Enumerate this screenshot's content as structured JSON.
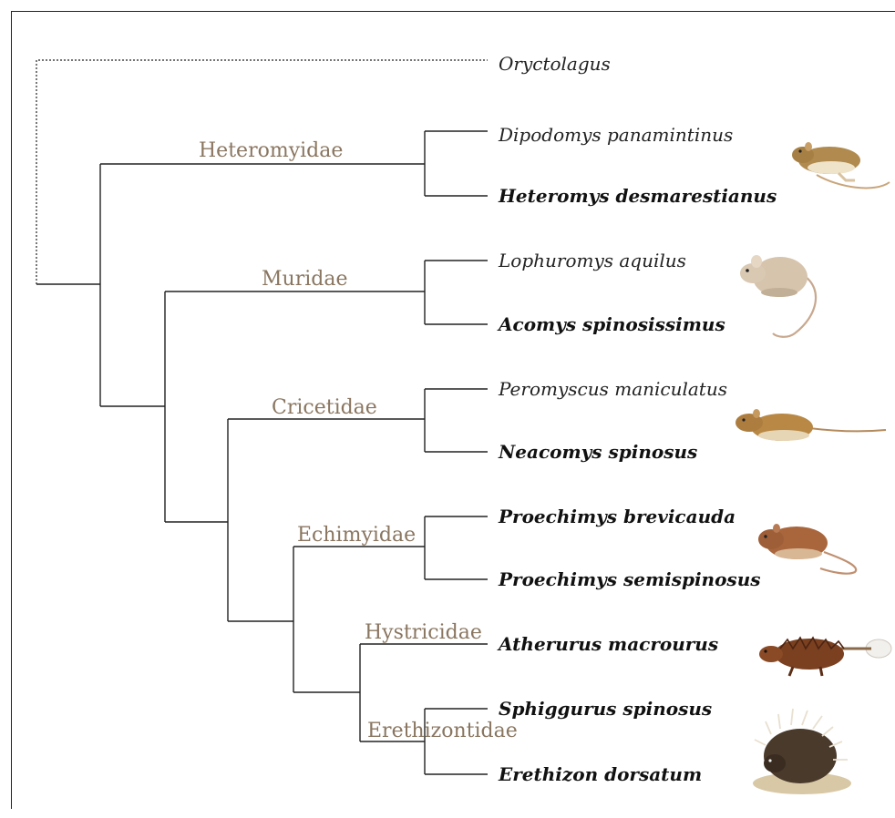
{
  "outgroup": {
    "label": "Oryctolagus",
    "bold": false
  },
  "families": [
    {
      "name": "Heteromyidae",
      "taxa": [
        {
          "label": "Dipodomys panamintinus",
          "bold": false
        },
        {
          "label": "Heteromys desmarestianus",
          "bold": true
        }
      ],
      "illustration": "kangaroo-rat-illustration"
    },
    {
      "name": "Muridae",
      "taxa": [
        {
          "label": "Lophuromys aquilus",
          "bold": false
        },
        {
          "label": "Acomys spinosissimus",
          "bold": true
        }
      ],
      "illustration": "spiny-mouse-illustration"
    },
    {
      "name": "Cricetidae",
      "taxa": [
        {
          "label": "Peromyscus maniculatus",
          "bold": false
        },
        {
          "label": "Neacomys spinosus",
          "bold": true
        }
      ],
      "illustration": "bristly-mouse-illustration"
    },
    {
      "name": "Echimyidae",
      "taxa": [
        {
          "label": "Proechimys brevicauda",
          "bold": true
        },
        {
          "label": "Proechimys semispinosus",
          "bold": true
        }
      ],
      "illustration": "spiny-rat-illustration"
    },
    {
      "name": "Hystricidae",
      "taxa": [
        {
          "label": "Atherurus macrourus",
          "bold": true
        }
      ],
      "illustration": "brush-tailed-porcupine-illustration"
    },
    {
      "name": "Erethizontidae",
      "taxa": [
        {
          "label": "Sphiggurus spinosus",
          "bold": true
        },
        {
          "label": "Erethizon dorsatum",
          "bold": true
        }
      ],
      "illustration": "new-world-porcupine-illustration"
    }
  ],
  "colors": {
    "family_label": "#8a7660",
    "branch": "#222222"
  }
}
